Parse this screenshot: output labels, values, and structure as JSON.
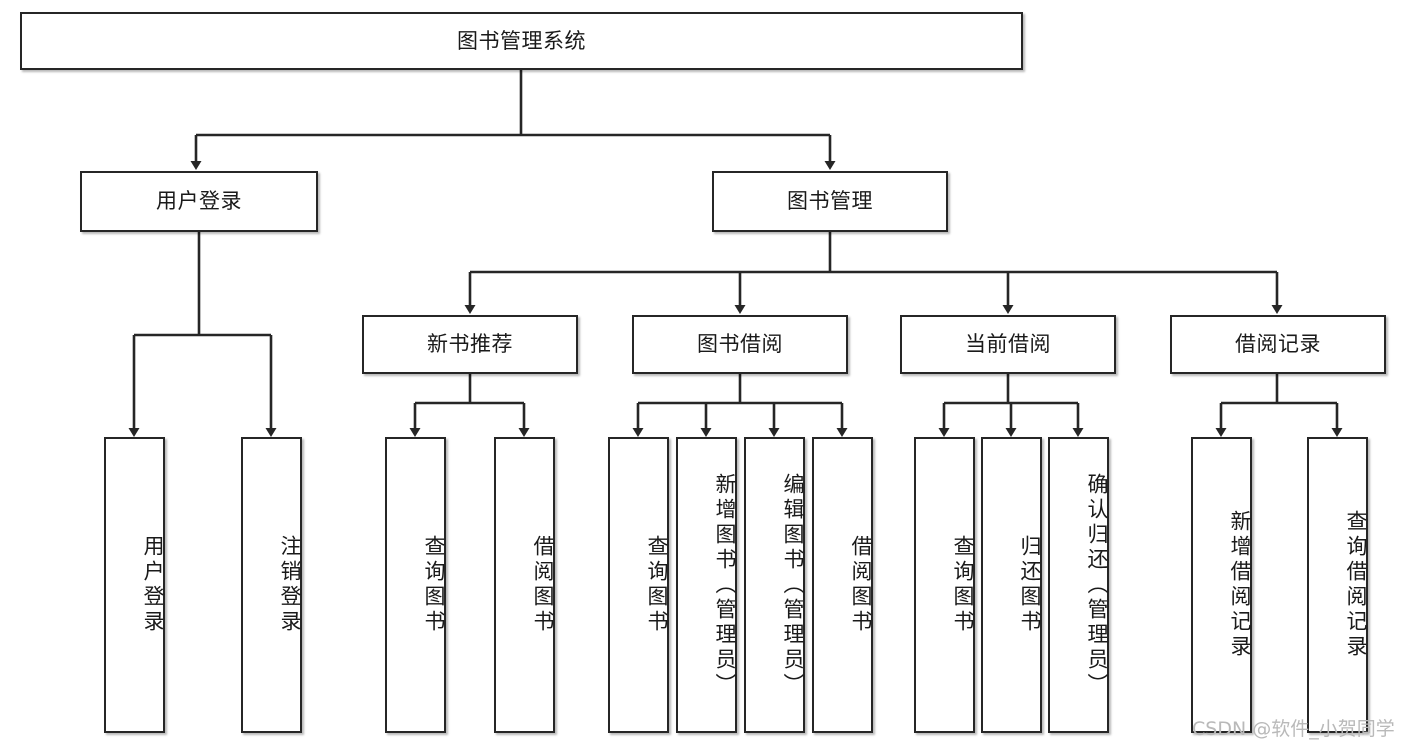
{
  "diagram": {
    "type": "tree",
    "title": "图书管理系统",
    "colors": {
      "box_border": "#262626",
      "box_fill": "#ffffff",
      "connector": "#262626",
      "text": "#1a1a1a",
      "watermark": "#b9b9b9",
      "background": "#ffffff"
    },
    "nodes": {
      "root": {
        "label": "图书管理系统"
      },
      "level2": [
        {
          "id": "user-login",
          "label": "用户登录"
        },
        {
          "id": "book-manage",
          "label": "图书管理"
        }
      ],
      "level3": [
        {
          "id": "new-book-recommend",
          "label": "新书推荐"
        },
        {
          "id": "book-borrow",
          "label": "图书借阅"
        },
        {
          "id": "current-borrow",
          "label": "当前借阅"
        },
        {
          "id": "borrow-record",
          "label": "借阅记录"
        }
      ],
      "leaves": {
        "user-login": [
          {
            "id": "leaf-user-login",
            "label": "用户登录"
          },
          {
            "id": "leaf-user-logout",
            "label": "注销登录"
          }
        ],
        "new-book-recommend": [
          {
            "id": "leaf-query-book-1",
            "label": "查询图书"
          },
          {
            "id": "leaf-borrow-book-1",
            "label": "借阅图书"
          }
        ],
        "book-borrow": [
          {
            "id": "leaf-query-book-2",
            "label": "查询图书"
          },
          {
            "id": "leaf-add-book",
            "label": "新增图书（管理员）"
          },
          {
            "id": "leaf-edit-book",
            "label": "编辑图书（管理员）"
          },
          {
            "id": "leaf-borrow-book-2",
            "label": "借阅图书"
          }
        ],
        "current-borrow": [
          {
            "id": "leaf-query-book-3",
            "label": "查询图书"
          },
          {
            "id": "leaf-return-book",
            "label": "归还图书"
          },
          {
            "id": "leaf-confirm-return",
            "label": "确认归还（管理员）"
          }
        ],
        "borrow-record": [
          {
            "id": "leaf-add-record",
            "label": "新增借阅记录"
          },
          {
            "id": "leaf-query-record",
            "label": "查询借阅记录"
          }
        ]
      }
    },
    "watermark": "CSDN @软件_小贺同学"
  }
}
